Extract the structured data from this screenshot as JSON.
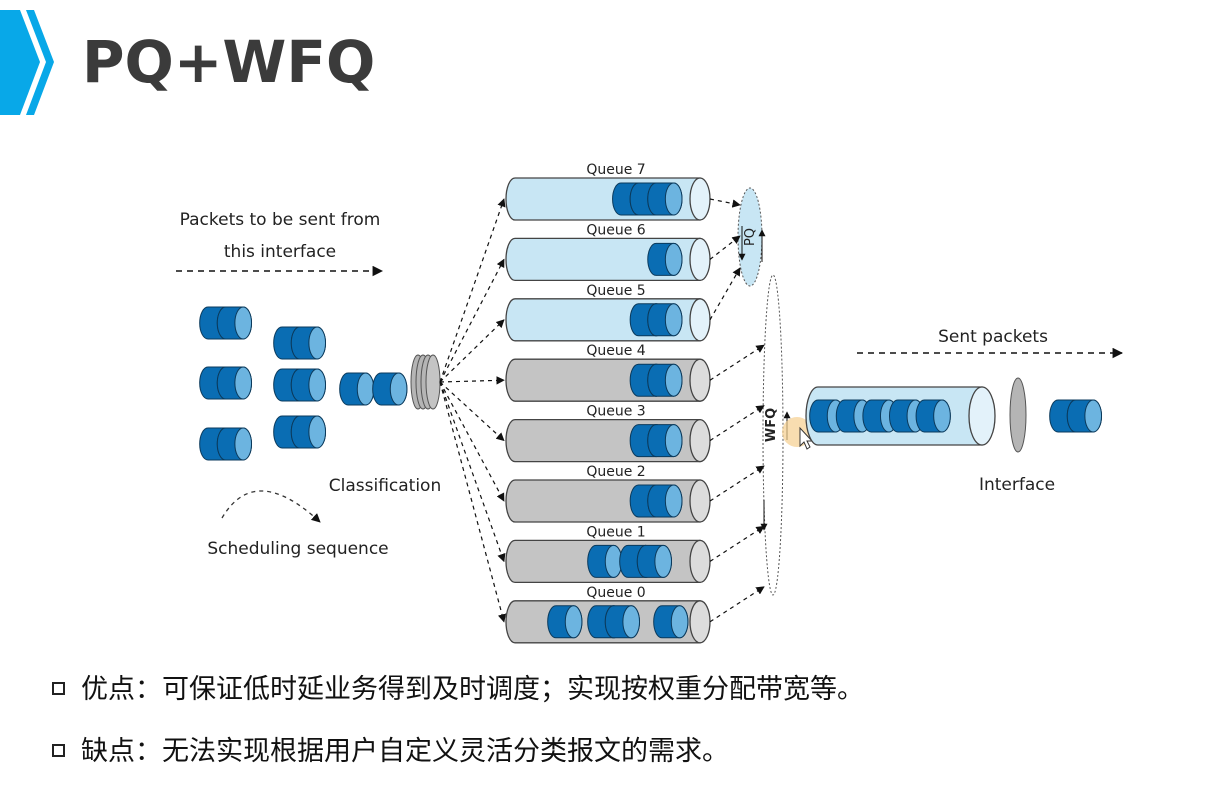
{
  "slide": {
    "title": "PQ+WFQ",
    "accent_color": "#08a8e8"
  },
  "diagram": {
    "labels": {
      "incoming_line1": "Packets to be sent from",
      "incoming_line2": "this interface",
      "classification": "Classification",
      "scheduling_sequence": "Scheduling sequence",
      "sent_packets": "Sent packets",
      "interface": "Interface",
      "pq": "PQ",
      "wfq": "WFQ"
    },
    "queues": [
      {
        "name": "Queue 7",
        "type": "pq",
        "packets": 3
      },
      {
        "name": "Queue 6",
        "type": "pq",
        "packets": 1
      },
      {
        "name": "Queue 5",
        "type": "pq",
        "packets": 2
      },
      {
        "name": "Queue 4",
        "type": "wfq",
        "packets": 2
      },
      {
        "name": "Queue 3",
        "type": "wfq",
        "packets": 2
      },
      {
        "name": "Queue 2",
        "type": "wfq",
        "packets": 2
      },
      {
        "name": "Queue 1",
        "type": "wfq",
        "packets": 3
      },
      {
        "name": "Queue 0",
        "type": "wfq",
        "packets": 4
      }
    ],
    "colors": {
      "pq_queue": "#c8e6f4",
      "wfq_queue": "#c4c4c4",
      "packet_dark": "#0a6db3",
      "packet_light": "#6cb4e0"
    }
  },
  "bullets": [
    {
      "marker": "square-bullet",
      "text": "优点：可保证低时延业务得到及时调度；实现按权重分配带宽等。"
    },
    {
      "marker": "square-bullet",
      "text": "缺点：无法实现根据用户自定义灵活分类报文的需求。"
    }
  ]
}
